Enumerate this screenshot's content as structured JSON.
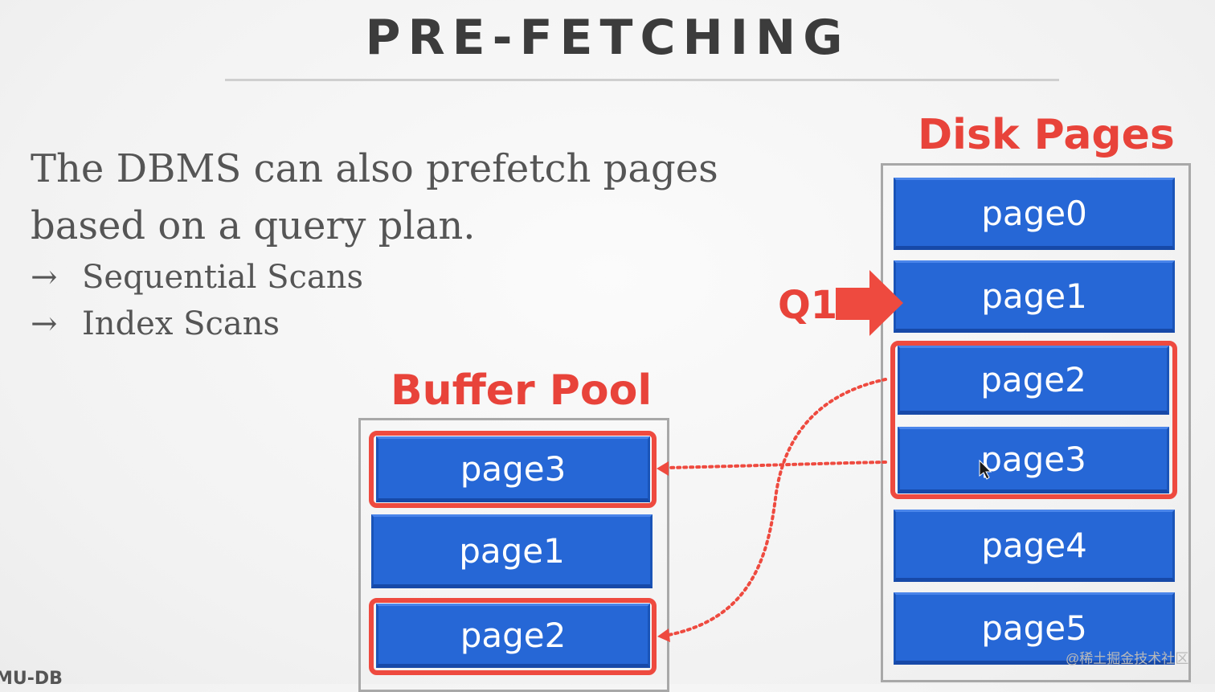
{
  "slide": {
    "title": "PRE-FETCHING",
    "text_line1": "The DBMS can also prefetch pages",
    "text_line2": "based on a query plan.",
    "bullets": [
      {
        "arrow": "→",
        "label": "Sequential Scans"
      },
      {
        "arrow": "→",
        "label": "Index Scans"
      }
    ]
  },
  "disk": {
    "heading": "Disk Pages",
    "pages": [
      "page0",
      "page1",
      "page2",
      "page3",
      "page4",
      "page5"
    ]
  },
  "buffer": {
    "heading": "Buffer Pool",
    "pages": [
      "page3",
      "page1",
      "page2"
    ]
  },
  "query": {
    "label": "Q1"
  },
  "footer": {
    "logo": "MU-DB",
    "watermark": "@稀土掘金技术社区"
  },
  "colors": {
    "accent_red": "#e8433a",
    "page_blue": "#2667d6",
    "title_gray": "#3c3c3c"
  }
}
